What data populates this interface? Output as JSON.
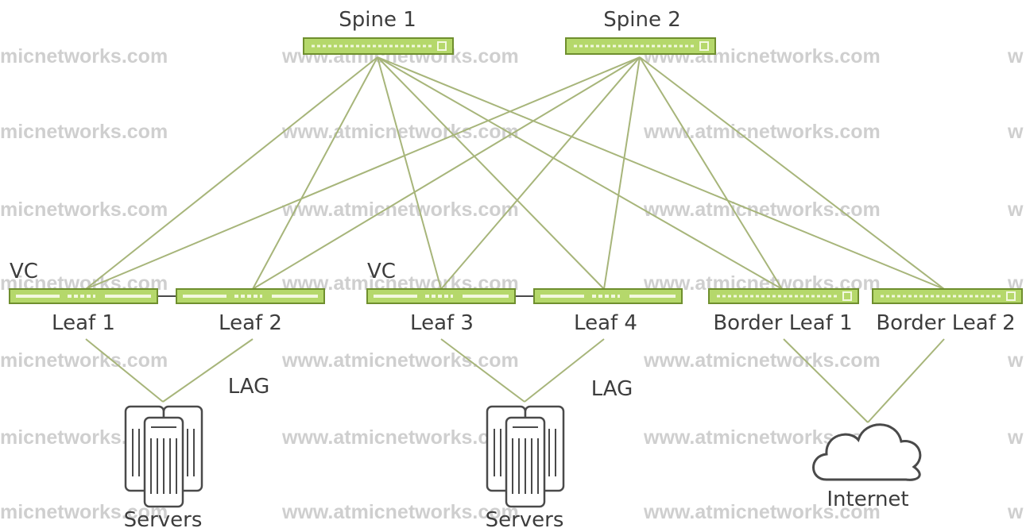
{
  "diagram": {
    "nodes": {
      "spine1": "Spine 1",
      "spine2": "Spine 2",
      "vc_left": "VC",
      "vc_right": "VC",
      "leaf1": "Leaf 1",
      "leaf2": "Leaf 2",
      "leaf3": "Leaf 3",
      "leaf4": "Leaf 4",
      "border_leaf1": "Border Leaf 1",
      "border_leaf2": "Border Leaf 2",
      "lag_left": "LAG",
      "lag_right": "LAG",
      "servers_left": "Servers",
      "servers_right": "Servers",
      "internet": "Internet"
    },
    "watermarks": {
      "a": "micnetworks.com",
      "b": "www.atmicnetworks.com",
      "c": "w"
    },
    "colors": {
      "link": "#a7b57a",
      "switch_fill": "#b5d86b",
      "switch_border": "#6f8f2e",
      "device_outline": "#4a4a4a",
      "text": "#3d3d3d",
      "watermark": "#cfcfcf"
    }
  }
}
